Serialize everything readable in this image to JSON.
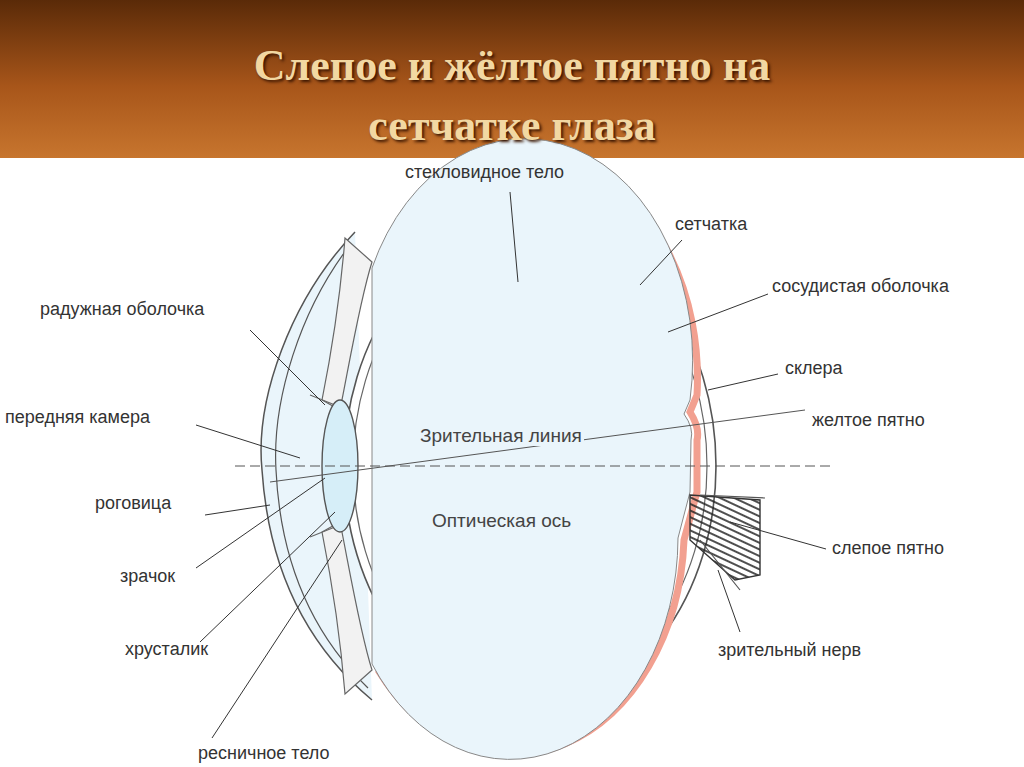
{
  "diagram": {
    "title": "Слепое и жёлтое пятно на сетчатке глаза",
    "labels": [
      "стекловидное тело",
      "сетчатка",
      "сосудистая оболочка",
      "склера",
      "желтое пятно",
      "слепое пятно",
      "зрительный нерв",
      "радужная оболочка",
      "передняя камера",
      "роговица",
      "зрачок",
      "хрусталик",
      "ресничное тело",
      "Зрительная линия",
      "Оптическая ось"
    ]
  }
}
